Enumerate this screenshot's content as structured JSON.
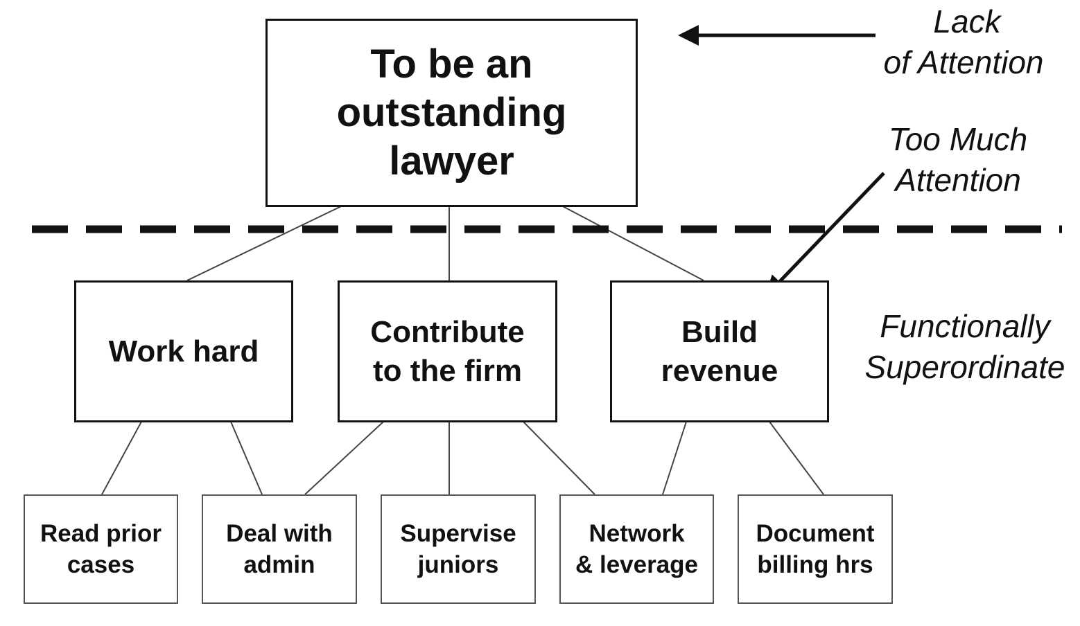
{
  "goal": {
    "line1": "To be an",
    "line2": "outstanding",
    "line3": "lawyer"
  },
  "subgoals": [
    {
      "line1": "Work hard"
    },
    {
      "line1": "Contribute",
      "line2": "to the firm"
    },
    {
      "line1": "Build",
      "line2": "revenue"
    }
  ],
  "tasks": [
    {
      "line1": "Read prior",
      "line2": "cases"
    },
    {
      "line1": "Deal with",
      "line2": "admin"
    },
    {
      "line1": "Supervise",
      "line2": "juniors"
    },
    {
      "line1": "Network",
      "line2": "& leverage"
    },
    {
      "line1": "Document",
      "line2": "billing hrs"
    }
  ],
  "annotations": {
    "lack": {
      "line1": "Lack",
      "line2": "of Attention"
    },
    "too_much": {
      "line1": "Too Much",
      "line2": "Attention"
    },
    "functional": {
      "line1": "Functionally",
      "line2": "Superordinate"
    }
  },
  "colors": {
    "line": "#111111",
    "leaf_border": "#555555",
    "connector": "#444444"
  }
}
